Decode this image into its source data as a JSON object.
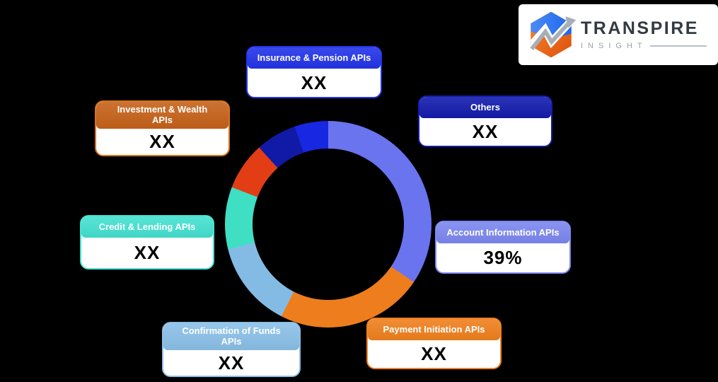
{
  "page": {
    "background": "#000000"
  },
  "logo": {
    "brand": "TRANSPIRE",
    "sub": "INSIGHT"
  },
  "chart_data": {
    "type": "pie",
    "subtype": "donut",
    "donut_hole_ratio": 0.73,
    "start": "12-oclock",
    "direction": "clockwise",
    "legend_position": "callout-boxes-around-chart",
    "segments": [
      {
        "label": "Account Information APIs",
        "value_label": "39%",
        "approx_arc_percent": 34.4,
        "start_deg": 0,
        "end_deg": 124,
        "color": "#6A74EE"
      },
      {
        "label": "Payment Initiation APIs",
        "value_label": "XX",
        "approx_arc_percent": 23.1,
        "start_deg": 124,
        "end_deg": 207,
        "color": "#EE7D1E"
      },
      {
        "label": "Confirmation of Funds APIs",
        "value_label": "XX",
        "approx_arc_percent": 13.6,
        "start_deg": 207,
        "end_deg": 256,
        "color": "#84BBE5"
      },
      {
        "label": "Credit & Lending APIs",
        "value_label": "XX",
        "approx_arc_percent": 9.7,
        "start_deg": 256,
        "end_deg": 291,
        "color": "#3EDFC3"
      },
      {
        "label": "Investment & Wealth APIs",
        "value_label": "XX",
        "approx_arc_percent": 7.5,
        "start_deg": 291,
        "end_deg": 318,
        "color": "#E33D15"
      },
      {
        "label": "Others",
        "value_label": "XX",
        "approx_arc_percent": 6.4,
        "start_deg": 318,
        "end_deg": 341,
        "color": "#111AA6"
      },
      {
        "label": "Insurance & Pension APIs",
        "value_label": "XX",
        "approx_arc_percent": 5.3,
        "start_deg": 341,
        "end_deg": 360,
        "color": "#1827E2"
      }
    ]
  },
  "callouts": {
    "insurance": {
      "label": "Insurance & Pension APIs",
      "value": "XX",
      "header_color": "#2334E8",
      "border_color": "#2334E8"
    },
    "others": {
      "label": "Others",
      "value": "XX",
      "header_color": "#131CAD",
      "border_color": "#131CAD"
    },
    "investment": {
      "label": "Investment & Wealth APIs",
      "value": "XX",
      "header_color": "#C6621A",
      "border_color": "#D8731E"
    },
    "credit": {
      "label": "Credit & Lending APIs",
      "value": "XX",
      "header_color": "#45E1D1",
      "border_color": "#45E1D1"
    },
    "confirmation": {
      "label": "Confirmation of Funds APIs",
      "value": "XX",
      "header_color": "#8BC0E8",
      "border_color": "#8BC0E8"
    },
    "payment": {
      "label": "Payment Initiation APIs",
      "value": "XX",
      "header_color": "#F0801E",
      "border_color": "#F0801E"
    },
    "account": {
      "label": "Account Information APIs",
      "value": "39%",
      "header_color": "#7C87EF",
      "border_color": "#7C87EF"
    }
  }
}
